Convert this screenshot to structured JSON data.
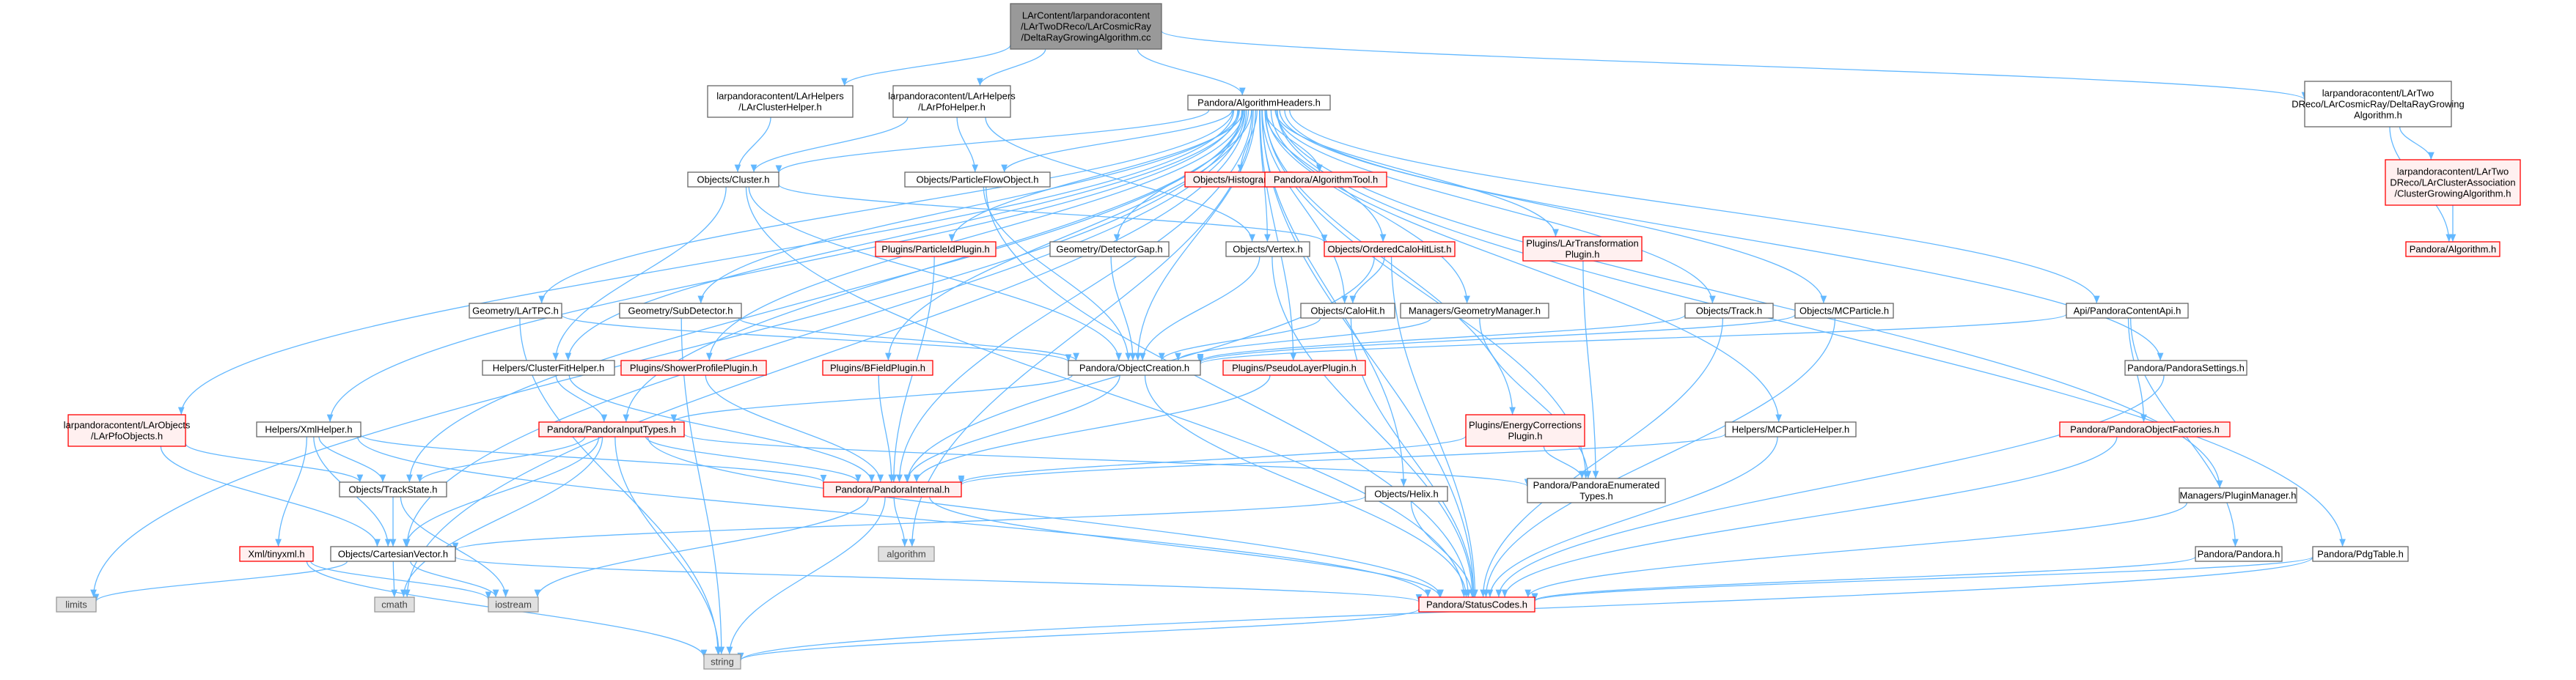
{
  "styles": {
    "edge_color": "#63b8ff",
    "border_black": "#666666",
    "border_red": "#ff0000",
    "fill_white": "#ffffff",
    "fill_gray": "#e0e0e0",
    "fill_root": "#999999",
    "fill_pink": "#fff0f0"
  },
  "nodes": {
    "root": {
      "lines": [
        "LArContent/larpandoracontent",
        "/LArTwoDReco/LArCosmicRay",
        "/DeltaRayGrowingAlgorithm.cc"
      ],
      "style": "root"
    },
    "n1": {
      "lines": [
        "larpandoracontent/LArHelpers",
        "/LArClusterHelper.h"
      ],
      "style": "white"
    },
    "n2": {
      "lines": [
        "larpandoracontent/LArHelpers",
        "/LArPfoHelper.h"
      ],
      "style": "white"
    },
    "n3": {
      "lines": [
        "Pandora/AlgorithmHeaders.h"
      ],
      "style": "white"
    },
    "n4": {
      "lines": [
        "larpandoracontent/LArTwo",
        "DReco/LArCosmicRay/DeltaRayGrowing",
        "Algorithm.h"
      ],
      "style": "white"
    },
    "n5": {
      "lines": [
        "larpandoracontent/LArTwo",
        "DReco/LArClusterAssociation",
        "/ClusterGrowingAlgorithm.h"
      ],
      "style": "pink"
    },
    "n6": {
      "lines": [
        "Pandora/Algorithm.h"
      ],
      "style": "pink"
    },
    "n7": {
      "lines": [
        "Objects/Cluster.h"
      ],
      "style": "white"
    },
    "n8": {
      "lines": [
        "Objects/ParticleFlowObject.h"
      ],
      "style": "white"
    },
    "n9": {
      "lines": [
        "Objects/Histograms.h"
      ],
      "style": "pink"
    },
    "n10": {
      "lines": [
        "Pandora/AlgorithmTool.h"
      ],
      "style": "pink"
    },
    "n11": {
      "lines": [
        "Plugins/ParticleIdPlugin.h"
      ],
      "style": "pink"
    },
    "n12": {
      "lines": [
        "Geometry/DetectorGap.h"
      ],
      "style": "white"
    },
    "n13": {
      "lines": [
        "Objects/Vertex.h"
      ],
      "style": "white"
    },
    "n14": {
      "lines": [
        "Objects/OrderedCaloHitList.h"
      ],
      "style": "pink"
    },
    "n15": {
      "lines": [
        "Plugins/LArTransformation",
        "Plugin.h"
      ],
      "style": "pink"
    },
    "n16": {
      "lines": [
        "Geometry/LArTPC.h"
      ],
      "style": "white"
    },
    "n17": {
      "lines": [
        "Geometry/SubDetector.h"
      ],
      "style": "white"
    },
    "n18": {
      "lines": [
        "Objects/CaloHit.h"
      ],
      "style": "white"
    },
    "n19": {
      "lines": [
        "Managers/GeometryManager.h"
      ],
      "style": "white"
    },
    "n20": {
      "lines": [
        "Objects/Track.h"
      ],
      "style": "white"
    },
    "n21": {
      "lines": [
        "Objects/MCParticle.h"
      ],
      "style": "white"
    },
    "n22": {
      "lines": [
        "Api/PandoraContentApi.h"
      ],
      "style": "white"
    },
    "n23": {
      "lines": [
        "Helpers/ClusterFitHelper.h"
      ],
      "style": "white"
    },
    "n24": {
      "lines": [
        "Plugins/ShowerProfilePlugin.h"
      ],
      "style": "pink"
    },
    "n25": {
      "lines": [
        "Plugins/BFieldPlugin.h"
      ],
      "style": "pink"
    },
    "n26": {
      "lines": [
        "Pandora/ObjectCreation.h"
      ],
      "style": "white"
    },
    "n27": {
      "lines": [
        "Plugins/PseudoLayerPlugin.h"
      ],
      "style": "pink"
    },
    "n28": {
      "lines": [
        "Pandora/PandoraSettings.h"
      ],
      "style": "white"
    },
    "n29": {
      "lines": [
        "larpandoracontent/LArObjects",
        "/LArPfoObjects.h"
      ],
      "style": "pink"
    },
    "n30": {
      "lines": [
        "Helpers/XmlHelper.h"
      ],
      "style": "white"
    },
    "n31": {
      "lines": [
        "Pandora/PandoraInputTypes.h"
      ],
      "style": "pink"
    },
    "n32": {
      "lines": [
        "Plugins/EnergyCorrections",
        "Plugin.h"
      ],
      "style": "pink"
    },
    "n33": {
      "lines": [
        "Helpers/MCParticleHelper.h"
      ],
      "style": "white"
    },
    "n34": {
      "lines": [
        "Pandora/PandoraObjectFactories.h"
      ],
      "style": "pink"
    },
    "n35": {
      "lines": [
        "Objects/TrackState.h"
      ],
      "style": "white"
    },
    "n36": {
      "lines": [
        "Pandora/PandoraInternal.h"
      ],
      "style": "pink"
    },
    "n37": {
      "lines": [
        "Pandora/PandoraEnumerated",
        "Types.h"
      ],
      "style": "white"
    },
    "n38": {
      "lines": [
        "Objects/Helix.h"
      ],
      "style": "white"
    },
    "n39": {
      "lines": [
        "Managers/PluginManager.h"
      ],
      "style": "white"
    },
    "n40": {
      "lines": [
        "Xml/tinyxml.h"
      ],
      "style": "pink"
    },
    "n41": {
      "lines": [
        "Objects/CartesianVector.h"
      ],
      "style": "white"
    },
    "n42": {
      "lines": [
        "algorithm"
      ],
      "style": "gray"
    },
    "n43": {
      "lines": [
        "Pandora/Pandora.h"
      ],
      "style": "white"
    },
    "n44": {
      "lines": [
        "Pandora/PdgTable.h"
      ],
      "style": "white"
    },
    "n45": {
      "lines": [
        "limits"
      ],
      "style": "gray"
    },
    "n46": {
      "lines": [
        "cmath"
      ],
      "style": "gray"
    },
    "n47": {
      "lines": [
        "iostream"
      ],
      "style": "gray"
    },
    "n48": {
      "lines": [
        "Pandora/StatusCodes.h"
      ],
      "style": "pink"
    },
    "n49": {
      "lines": [
        "string"
      ],
      "style": "gray"
    }
  },
  "edges": [
    [
      "root",
      "n1"
    ],
    [
      "root",
      "n2"
    ],
    [
      "root",
      "n3"
    ],
    [
      "root",
      "n4"
    ],
    [
      "n4",
      "n5"
    ],
    [
      "n4",
      "n6"
    ],
    [
      "n5",
      "n6"
    ],
    [
      "n1",
      "n7"
    ],
    [
      "n2",
      "n7"
    ],
    [
      "n2",
      "n8"
    ],
    [
      "n2",
      "n13"
    ],
    [
      "n3",
      "n7"
    ],
    [
      "n3",
      "n8"
    ],
    [
      "n3",
      "n9"
    ],
    [
      "n3",
      "n10"
    ],
    [
      "n3",
      "n11"
    ],
    [
      "n3",
      "n12"
    ],
    [
      "n3",
      "n13"
    ],
    [
      "n3",
      "n14"
    ],
    [
      "n3",
      "n15"
    ],
    [
      "n3",
      "n16"
    ],
    [
      "n3",
      "n17"
    ],
    [
      "n3",
      "n18"
    ],
    [
      "n3",
      "n19"
    ],
    [
      "n3",
      "n20"
    ],
    [
      "n3",
      "n21"
    ],
    [
      "n3",
      "n22"
    ],
    [
      "n3",
      "n23"
    ],
    [
      "n3",
      "n24"
    ],
    [
      "n3",
      "n25"
    ],
    [
      "n3",
      "n26"
    ],
    [
      "n3",
      "n27"
    ],
    [
      "n3",
      "n28"
    ],
    [
      "n3",
      "n29"
    ],
    [
      "n3",
      "n30"
    ],
    [
      "n3",
      "n31"
    ],
    [
      "n3",
      "n32"
    ],
    [
      "n3",
      "n33"
    ],
    [
      "n3",
      "n35"
    ],
    [
      "n3",
      "n36"
    ],
    [
      "n3",
      "n37"
    ],
    [
      "n3",
      "n38"
    ],
    [
      "n3",
      "n39"
    ],
    [
      "n3",
      "n41"
    ],
    [
      "n3",
      "n42"
    ],
    [
      "n3",
      "n44"
    ],
    [
      "n3",
      "n45"
    ],
    [
      "n3",
      "n46"
    ],
    [
      "n3",
      "n48"
    ],
    [
      "n7",
      "n14"
    ],
    [
      "n7",
      "n23"
    ],
    [
      "n7",
      "n26"
    ],
    [
      "n7",
      "n48"
    ],
    [
      "n8",
      "n26"
    ],
    [
      "n8",
      "n48"
    ],
    [
      "n11",
      "n36"
    ],
    [
      "n12",
      "n26"
    ],
    [
      "n13",
      "n26"
    ],
    [
      "n13",
      "n48"
    ],
    [
      "n14",
      "n18"
    ],
    [
      "n14",
      "n36"
    ],
    [
      "n14",
      "n48"
    ],
    [
      "n15",
      "n37"
    ],
    [
      "n16",
      "n26"
    ],
    [
      "n16",
      "n49"
    ],
    [
      "n17",
      "n26"
    ],
    [
      "n17",
      "n49"
    ],
    [
      "n18",
      "n26"
    ],
    [
      "n18",
      "n48"
    ],
    [
      "n19",
      "n26"
    ],
    [
      "n19",
      "n37"
    ],
    [
      "n20",
      "n26"
    ],
    [
      "n20",
      "n48"
    ],
    [
      "n21",
      "n26"
    ],
    [
      "n21",
      "n48"
    ],
    [
      "n22",
      "n26"
    ],
    [
      "n22",
      "n34"
    ],
    [
      "n22",
      "n43"
    ],
    [
      "n23",
      "n31"
    ],
    [
      "n23",
      "n36"
    ],
    [
      "n24",
      "n36"
    ],
    [
      "n25",
      "n36"
    ],
    [
      "n26",
      "n31"
    ],
    [
      "n26",
      "n36"
    ],
    [
      "n26",
      "n48"
    ],
    [
      "n27",
      "n36"
    ],
    [
      "n28",
      "n48"
    ],
    [
      "n29",
      "n35"
    ],
    [
      "n29",
      "n41"
    ],
    [
      "n30",
      "n35"
    ],
    [
      "n30",
      "n40"
    ],
    [
      "n30",
      "n41"
    ],
    [
      "n30",
      "n36"
    ],
    [
      "n30",
      "n48"
    ],
    [
      "n31",
      "n35"
    ],
    [
      "n31",
      "n36"
    ],
    [
      "n31",
      "n37"
    ],
    [
      "n31",
      "n41"
    ],
    [
      "n31",
      "n46"
    ],
    [
      "n31",
      "n48"
    ],
    [
      "n31",
      "n49"
    ],
    [
      "n32",
      "n36"
    ],
    [
      "n32",
      "n37"
    ],
    [
      "n33",
      "n36"
    ],
    [
      "n33",
      "n48"
    ],
    [
      "n34",
      "n48"
    ],
    [
      "n35",
      "n41"
    ],
    [
      "n35",
      "n47"
    ],
    [
      "n36",
      "n42"
    ],
    [
      "n36",
      "n47"
    ],
    [
      "n36",
      "n49"
    ],
    [
      "n36",
      "n48"
    ],
    [
      "n38",
      "n41"
    ],
    [
      "n38",
      "n48"
    ],
    [
      "n39",
      "n48"
    ],
    [
      "n40",
      "n47"
    ],
    [
      "n40",
      "n49"
    ],
    [
      "n41",
      "n45"
    ],
    [
      "n41",
      "n46"
    ],
    [
      "n41",
      "n47"
    ],
    [
      "n41",
      "n48"
    ],
    [
      "n43",
      "n48"
    ],
    [
      "n44",
      "n48"
    ],
    [
      "n44",
      "n49"
    ],
    [
      "n48",
      "n49"
    ]
  ]
}
